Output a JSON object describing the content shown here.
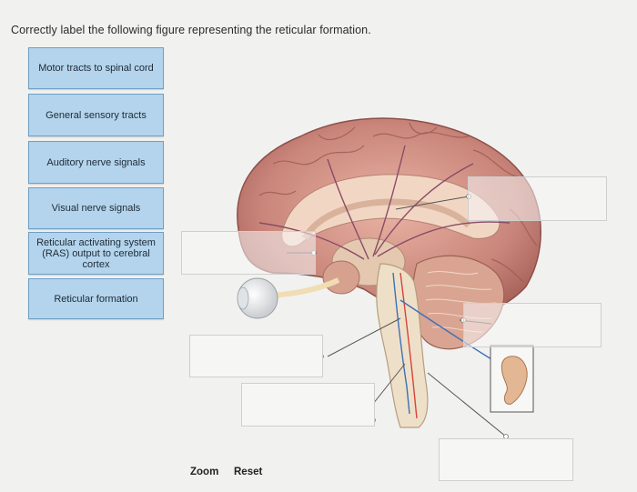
{
  "instruction": "Correctly label the following figure representing the reticular formation.",
  "labels": [
    "Motor tracts to spinal cord",
    "General sensory tracts",
    "Auditory nerve signals",
    "Visual nerve signals",
    "Reticular activating system (RAS) output to cerebral cortex",
    "Reticular formation"
  ],
  "controls": {
    "zoom": "Zoom",
    "reset": "Reset"
  },
  "colors": {
    "tile_fill": "#b3d4ec",
    "tile_border": "#6f9fc4",
    "tract_red": "#d9433a",
    "tract_blue": "#3f6fb8"
  }
}
